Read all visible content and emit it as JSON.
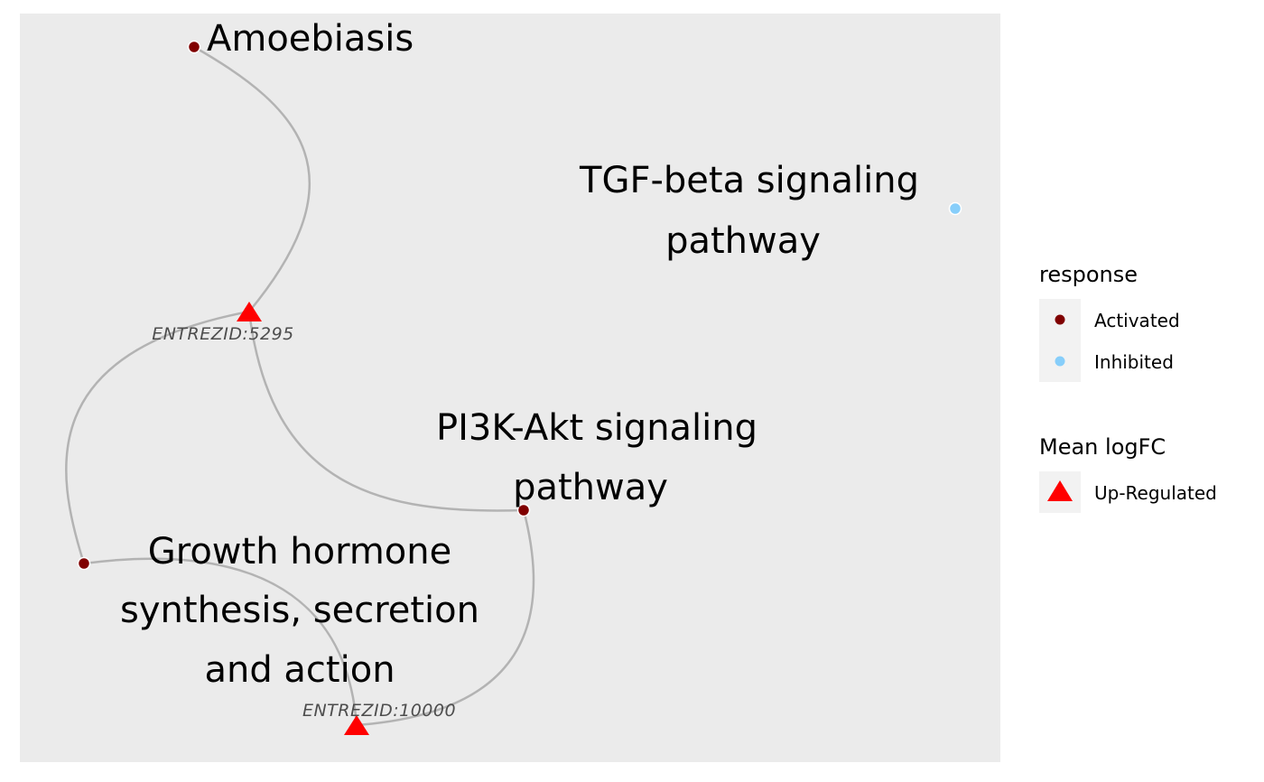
{
  "graph": {
    "pathway_nodes": [
      {
        "id": "amoebiasis",
        "lines": [
          "Amoebiasis"
        ],
        "response": "Activated"
      },
      {
        "id": "tgf",
        "lines": [
          "TGF-beta signaling",
          "pathway"
        ],
        "response": "Inhibited"
      },
      {
        "id": "pi3k",
        "lines": [
          "PI3K-Akt signaling",
          "pathway"
        ],
        "response": "Activated"
      },
      {
        "id": "growth",
        "lines": [
          "Growth hormone",
          "synthesis, secretion",
          "and action"
        ],
        "response": "Activated"
      }
    ],
    "gene_nodes": [
      {
        "id": "g5295",
        "label": "ENTREZID:5295",
        "regulation": "Up-Regulated"
      },
      {
        "id": "g10000",
        "label": "ENTREZID:10000",
        "regulation": "Up-Regulated"
      }
    ],
    "edges": [
      [
        "amoebiasis",
        "g5295"
      ],
      [
        "pi3k",
        "g5295"
      ],
      [
        "growth",
        "g5295"
      ],
      [
        "growth",
        "g10000"
      ],
      [
        "pi3k",
        "g10000"
      ]
    ]
  },
  "legend": {
    "response": {
      "title": "response",
      "items": [
        {
          "label": "Activated",
          "color": "#800000"
        },
        {
          "label": "Inhibited",
          "color": "#87cefa"
        }
      ]
    },
    "logfc": {
      "title": "Mean logFC",
      "items": [
        {
          "label": "Up-Regulated",
          "color": "#ff0000",
          "shape": "triangle"
        }
      ]
    }
  }
}
